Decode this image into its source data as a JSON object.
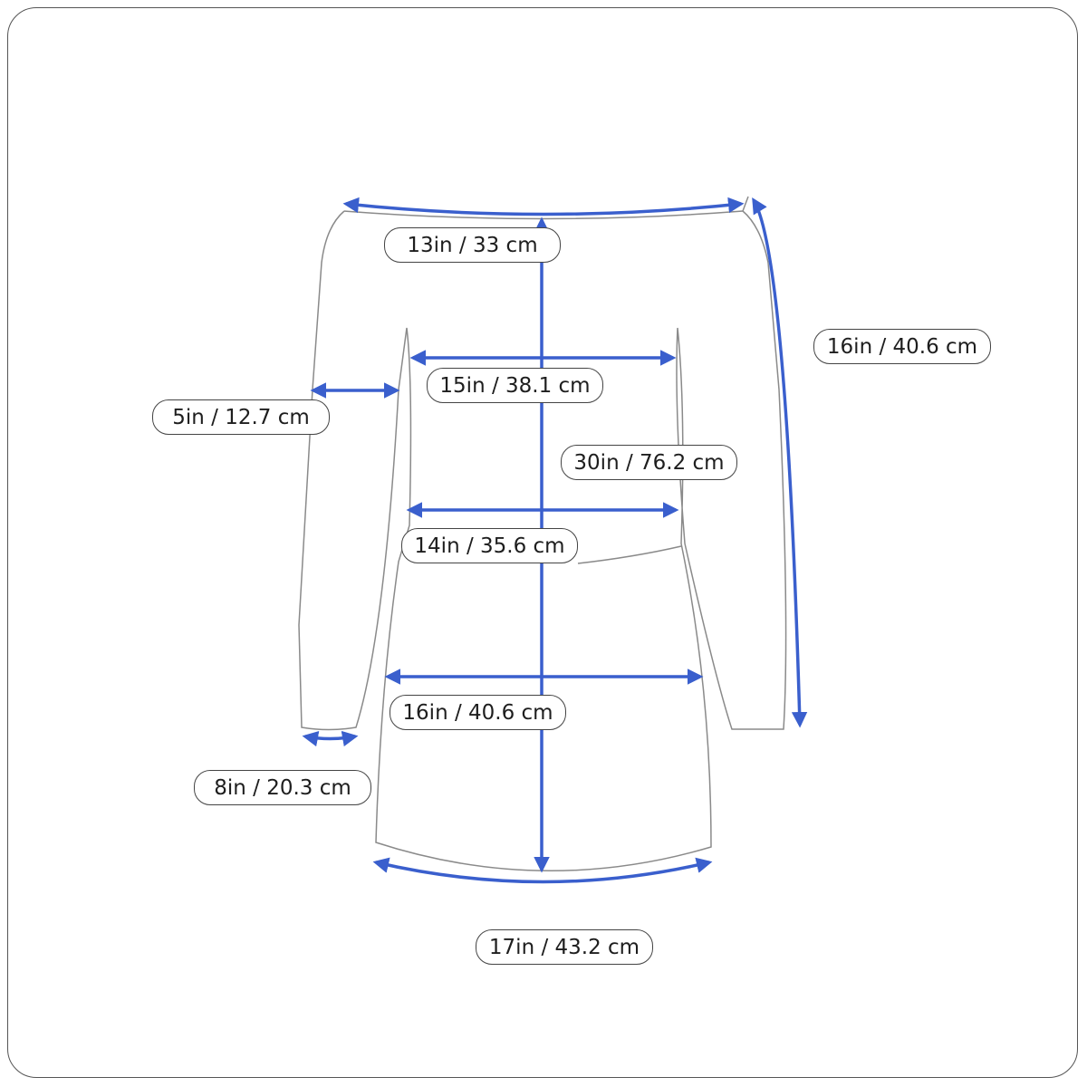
{
  "colors": {
    "arrow": "#3a5fcd",
    "outline": "#8a8a8a"
  },
  "measurements": {
    "shoulder": "13in / 33 cm",
    "sleeve_length": "16in / 40.6 cm",
    "bust": "15in / 38.1 cm",
    "upper_arm": "5in / 12.7 cm",
    "length": "30in / 76.2 cm",
    "waist": "14in / 35.6 cm",
    "hip": "16in / 40.6 cm",
    "cuff": "8in / 20.3 cm",
    "hem": "17in / 43.2 cm"
  }
}
